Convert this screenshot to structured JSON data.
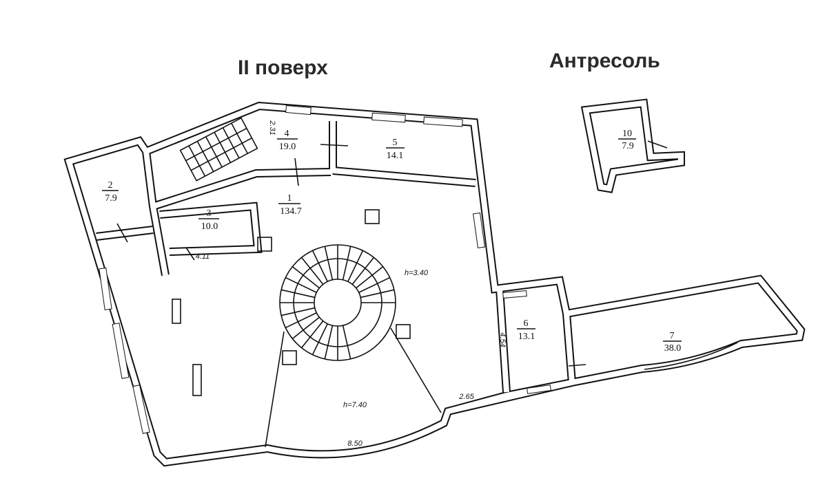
{
  "titles": {
    "floor": "II поверх",
    "mezzanine": "Антресоль"
  },
  "rooms": [
    {
      "number": "1",
      "area": "134.7"
    },
    {
      "number": "2",
      "area": "7.9"
    },
    {
      "number": "3",
      "area": "10.0"
    },
    {
      "number": "4",
      "area": "19.0"
    },
    {
      "number": "5",
      "area": "14.1"
    },
    {
      "number": "6",
      "area": "13.1"
    },
    {
      "number": "7",
      "area": "38.0"
    },
    {
      "number": "10",
      "area": "7.9"
    }
  ],
  "dimensions": {
    "d231": "2.31",
    "d411": "4.11",
    "h340": "h=3.40",
    "h740": "h=7.40",
    "d850": "8.50",
    "d265": "2.65",
    "d454": "4.54"
  }
}
